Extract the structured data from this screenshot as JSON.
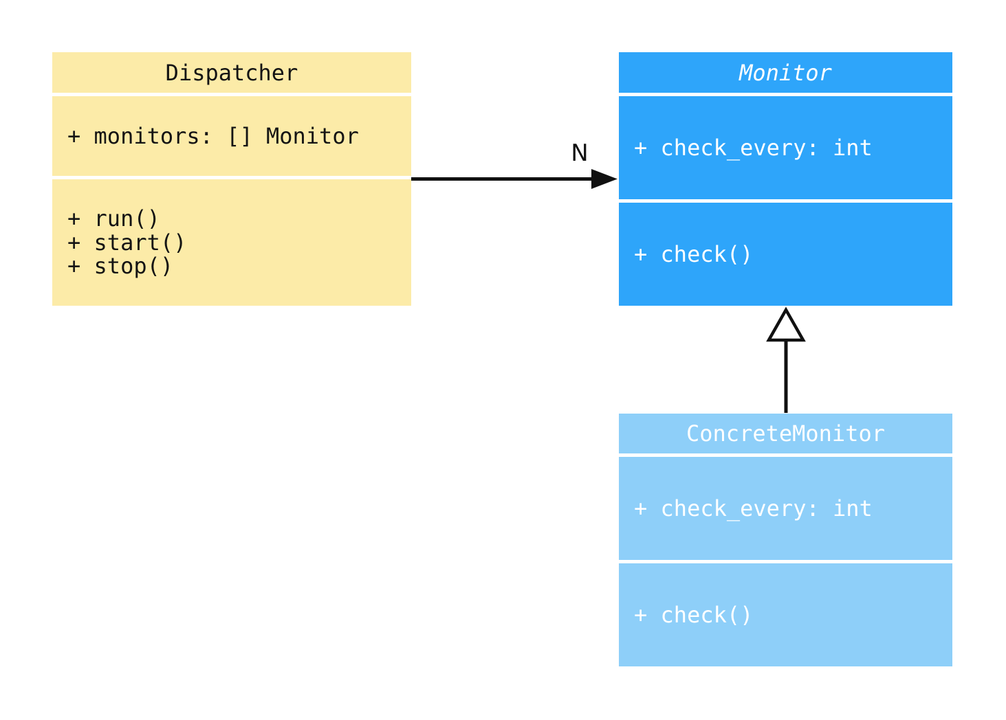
{
  "diagram": {
    "type": "uml-class-diagram",
    "background_color": "#FFFFFF",
    "classes": [
      {
        "name": "Dispatcher",
        "abstract": false,
        "attributes": [
          "+ monitors: [] Monitor"
        ],
        "methods": [
          "+ run()",
          "+ start()",
          "+ stop()"
        ],
        "fill_color": "#FCEBA8",
        "text_color": "#141414"
      },
      {
        "name": "Monitor",
        "abstract": true,
        "attributes": [
          "+ check_every: int"
        ],
        "methods": [
          "+ check()"
        ],
        "fill_color": "#2EA5FA",
        "text_color": "#FFFFFF"
      },
      {
        "name": "ConcreteMonitor",
        "abstract": false,
        "attributes": [
          "+ check_every: int"
        ],
        "methods": [
          "+ check()"
        ],
        "fill_color": "#8ECFF9",
        "text_color": "#FFFFFF"
      }
    ],
    "relationships": [
      {
        "type": "association",
        "from": "Dispatcher",
        "to": "Monitor",
        "label": "N",
        "arrow": "filled-arrowhead",
        "color": "#111111"
      },
      {
        "type": "inheritance",
        "from": "ConcreteMonitor",
        "to": "Monitor",
        "label": "",
        "arrow": "hollow-triangle",
        "color": "#111111"
      }
    ]
  }
}
